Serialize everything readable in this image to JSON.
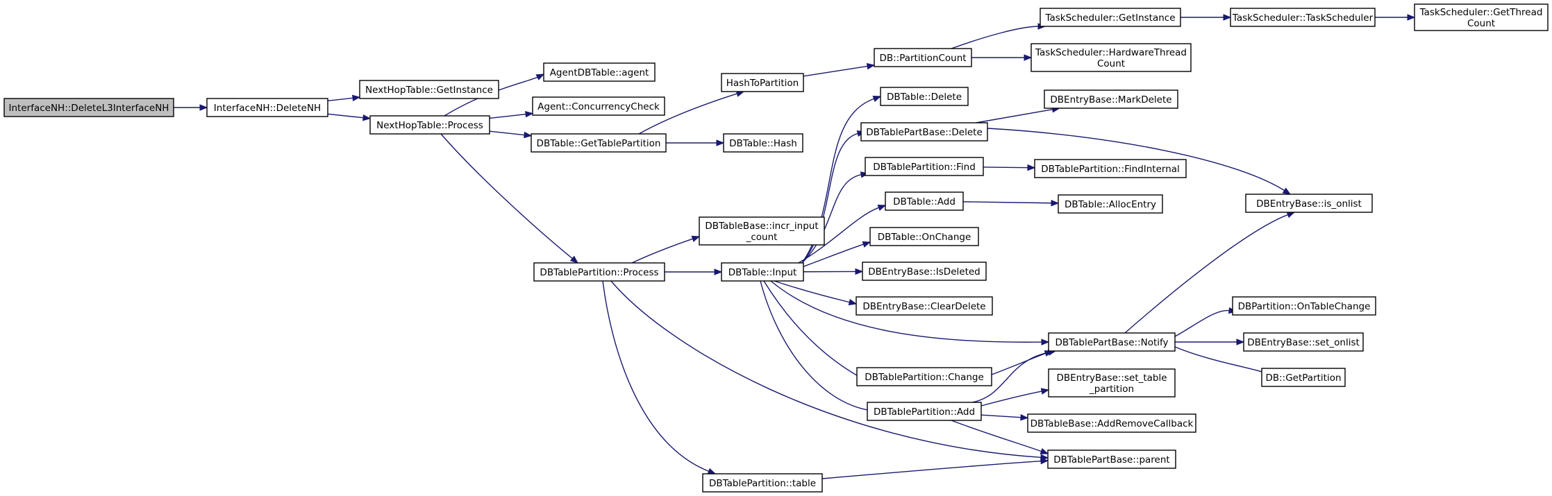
{
  "nodes": [
    {
      "id": "n0",
      "lines": [
        "InterfaceNH::DeleteL3InterfaceNH"
      ],
      "root": true
    },
    {
      "id": "n1",
      "lines": [
        "InterfaceNH::DeleteNH"
      ]
    },
    {
      "id": "n2",
      "lines": [
        "NextHopTable::GetInstance"
      ]
    },
    {
      "id": "n3",
      "lines": [
        "NextHopTable::Process"
      ]
    },
    {
      "id": "n4",
      "lines": [
        "AgentDBTable::agent"
      ]
    },
    {
      "id": "n5",
      "lines": [
        "Agent::ConcurrencyCheck"
      ]
    },
    {
      "id": "n6",
      "lines": [
        "DBTable::GetTablePartition"
      ]
    },
    {
      "id": "n7",
      "lines": [
        "HashToPartition"
      ]
    },
    {
      "id": "n8",
      "lines": [
        "DBTable::Hash"
      ]
    },
    {
      "id": "n9",
      "lines": [
        "DB::PartitionCount"
      ]
    },
    {
      "id": "n10",
      "lines": [
        "TaskScheduler::GetInstance"
      ]
    },
    {
      "id": "n11",
      "lines": [
        "TaskScheduler::TaskScheduler"
      ]
    },
    {
      "id": "n12",
      "lines": [
        "TaskScheduler::GetThread",
        "Count"
      ]
    },
    {
      "id": "n13",
      "lines": [
        "TaskScheduler::HardwareThread",
        "Count"
      ]
    },
    {
      "id": "n14",
      "lines": [
        "DBTablePartition::Process"
      ]
    },
    {
      "id": "n15",
      "lines": [
        "DBTableBase::incr_input",
        "_count"
      ]
    },
    {
      "id": "n16",
      "lines": [
        "DBTable::Input"
      ]
    },
    {
      "id": "n17",
      "lines": [
        "DBTablePartition::table"
      ]
    },
    {
      "id": "n18",
      "lines": [
        "DBTablePartBase::parent"
      ]
    },
    {
      "id": "n19",
      "lines": [
        "DBTable::Delete"
      ]
    },
    {
      "id": "n20",
      "lines": [
        "DBTablePartBase::Delete"
      ]
    },
    {
      "id": "n21",
      "lines": [
        "DBTablePartition::Find"
      ]
    },
    {
      "id": "n22",
      "lines": [
        "DBTable::Add"
      ]
    },
    {
      "id": "n23",
      "lines": [
        "DBTable::OnChange"
      ]
    },
    {
      "id": "n24",
      "lines": [
        "DBEntryBase::IsDeleted"
      ]
    },
    {
      "id": "n25",
      "lines": [
        "DBEntryBase::ClearDelete"
      ]
    },
    {
      "id": "n26",
      "lines": [
        "DBTablePartBase::Notify"
      ]
    },
    {
      "id": "n27",
      "lines": [
        "DBTablePartition::Change"
      ]
    },
    {
      "id": "n28",
      "lines": [
        "DBTablePartition::Add"
      ]
    },
    {
      "id": "n29",
      "lines": [
        "DBEntryBase::MarkDelete"
      ]
    },
    {
      "id": "n30",
      "lines": [
        "DBTablePartition::FindInternal"
      ]
    },
    {
      "id": "n31",
      "lines": [
        "DBTable::AllocEntry"
      ]
    },
    {
      "id": "n32",
      "lines": [
        "DBEntryBase::is_onlist"
      ]
    },
    {
      "id": "n33",
      "lines": [
        "DBPartition::OnTableChange"
      ]
    },
    {
      "id": "n34",
      "lines": [
        "DBEntryBase::set_onlist"
      ]
    },
    {
      "id": "n35",
      "lines": [
        "DB::GetPartition"
      ]
    },
    {
      "id": "n36",
      "lines": [
        "DBEntryBase::set_table",
        "_partition"
      ]
    },
    {
      "id": "n37",
      "lines": [
        "DBTableBase::AddRemoveCallback"
      ]
    }
  ],
  "edges": [
    {
      "from": "n0",
      "to": "n1"
    },
    {
      "from": "n1",
      "to": "n2"
    },
    {
      "from": "n1",
      "to": "n3"
    },
    {
      "from": "n3",
      "to": "n4"
    },
    {
      "from": "n3",
      "to": "n5"
    },
    {
      "from": "n3",
      "to": "n6"
    },
    {
      "from": "n3",
      "to": "n14"
    },
    {
      "from": "n6",
      "to": "n7"
    },
    {
      "from": "n6",
      "to": "n8"
    },
    {
      "from": "n7",
      "to": "n9"
    },
    {
      "from": "n9",
      "to": "n10"
    },
    {
      "from": "n9",
      "to": "n13"
    },
    {
      "from": "n10",
      "to": "n11"
    },
    {
      "from": "n11",
      "to": "n12"
    },
    {
      "from": "n14",
      "to": "n15"
    },
    {
      "from": "n14",
      "to": "n16"
    },
    {
      "from": "n14",
      "to": "n17"
    },
    {
      "from": "n14",
      "to": "n18"
    },
    {
      "from": "n16",
      "to": "n19"
    },
    {
      "from": "n16",
      "to": "n20"
    },
    {
      "from": "n16",
      "to": "n21"
    },
    {
      "from": "n16",
      "to": "n22"
    },
    {
      "from": "n16",
      "to": "n23"
    },
    {
      "from": "n16",
      "to": "n24"
    },
    {
      "from": "n16",
      "to": "n25"
    },
    {
      "from": "n16",
      "to": "n26"
    },
    {
      "from": "n16",
      "to": "n27"
    },
    {
      "from": "n16",
      "to": "n28"
    },
    {
      "from": "n20",
      "to": "n29"
    },
    {
      "from": "n20",
      "to": "n32"
    },
    {
      "from": "n21",
      "to": "n30"
    },
    {
      "from": "n22",
      "to": "n31"
    },
    {
      "from": "n26",
      "to": "n32"
    },
    {
      "from": "n26",
      "to": "n33"
    },
    {
      "from": "n26",
      "to": "n34"
    },
    {
      "from": "n26",
      "to": "n35"
    },
    {
      "from": "n27",
      "to": "n26"
    },
    {
      "from": "n28",
      "to": "n26"
    },
    {
      "from": "n28",
      "to": "n36"
    },
    {
      "from": "n28",
      "to": "n37"
    },
    {
      "from": "n28",
      "to": "n18"
    },
    {
      "from": "n17",
      "to": "n18"
    }
  ],
  "colors": {
    "edge": "#191970",
    "root_fill": "#bfbfbf",
    "node_fill": "#ffffff",
    "node_border": "#000000"
  }
}
